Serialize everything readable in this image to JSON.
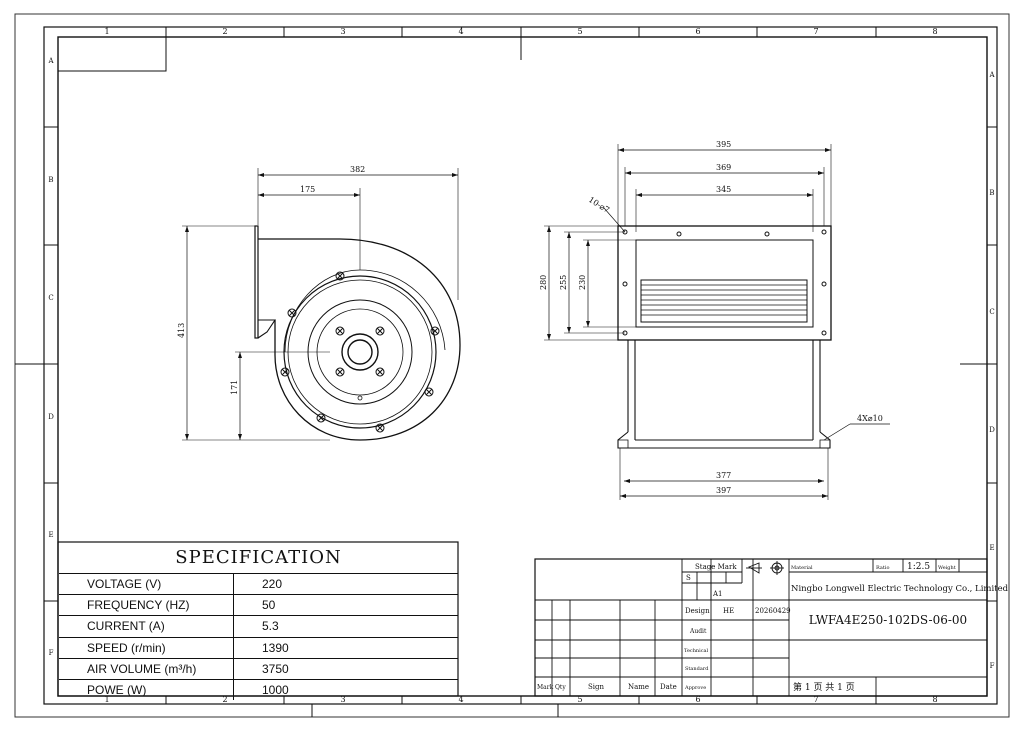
{
  "grid": {
    "columns": [
      "1",
      "2",
      "3",
      "4",
      "5",
      "6",
      "7",
      "8"
    ],
    "rows_left": [
      "A",
      "B",
      "C",
      "D",
      "E",
      "F"
    ],
    "rows_right": [
      "A",
      "B",
      "C",
      "D",
      "E",
      "F"
    ]
  },
  "front_view": {
    "dim_width": "382",
    "dim_offset": "175",
    "dim_height": "413",
    "dim_center": "171"
  },
  "side_view": {
    "dim_395": "395",
    "dim_369": "369",
    "dim_345": "345",
    "dim_280": "280",
    "dim_255": "255",
    "dim_230": "230",
    "hole_note": "10-⌀7",
    "foot_note": "4X⌀10",
    "dim_377": "377",
    "dim_397": "397"
  },
  "specification": {
    "title": "SPECIFICATION",
    "rows": [
      {
        "label": "VOLTAGE  (V)",
        "value": "220"
      },
      {
        "label": "FREQUENCY  (HZ)",
        "value": "50"
      },
      {
        "label": "CURRENT   (A)",
        "value": "5.3"
      },
      {
        "label": "SPEED   (r/min)",
        "value": "1390"
      },
      {
        "label": "AIR  VOLUME   (m³/h)",
        "value": "3750"
      },
      {
        "label": "POWE   (W)",
        "value": "1000"
      }
    ]
  },
  "title_block": {
    "stage_mark": "Stage Mark",
    "stage_s": "S",
    "stage_a1": "A1",
    "material": "Material",
    "ratio_label": "Ratio",
    "ratio_value": "1:2.5",
    "weight_label": "Weight",
    "company": "Ningbo Longwell Electric Technology  Co., Limited",
    "design_label": "Design",
    "designer": "HE",
    "design_date": "20260429",
    "drawing_number": "LWFA4E250-102DS-06-00",
    "audit": "Audit",
    "technical": "Technical",
    "standard": "Standard",
    "approve": "Approve",
    "mark": "Mark",
    "qty": "Qty",
    "sign": "Sign",
    "name": "Name",
    "date": "Date",
    "page": "第 1 页   共 1 页"
  }
}
